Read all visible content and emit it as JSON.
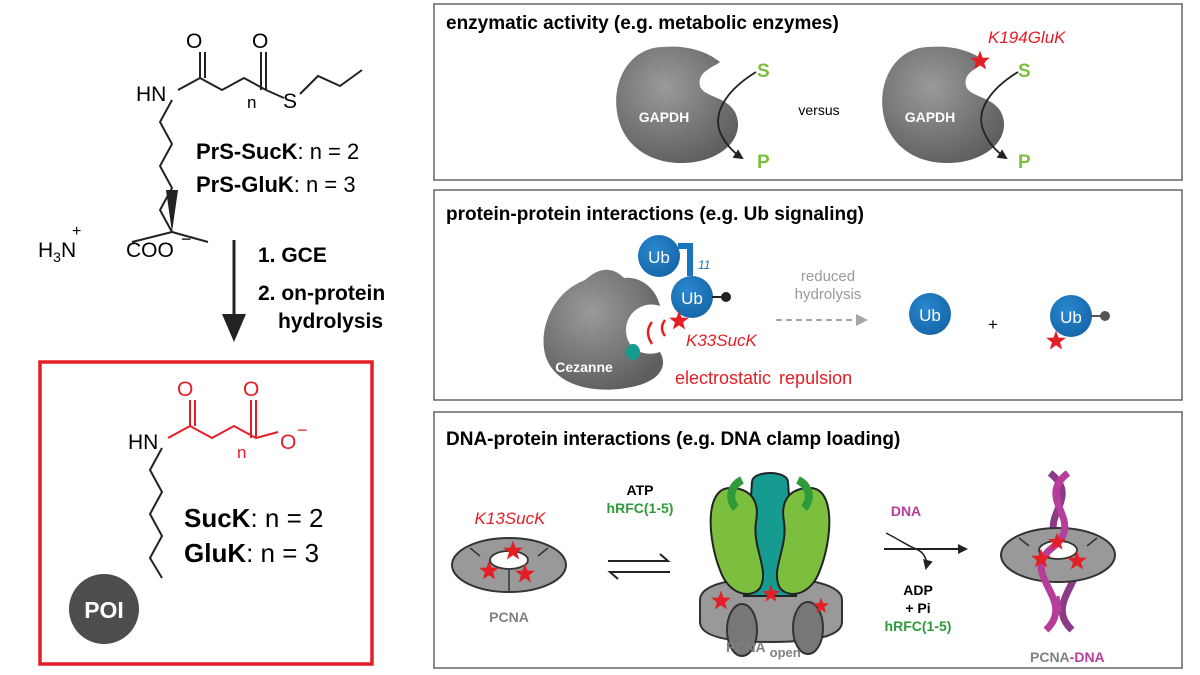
{
  "colors": {
    "red": "#e41e26",
    "green": "#7cbf3f",
    "darkgreen": "#2e9a3a",
    "blue": "#1b75bc",
    "grey": "#808080",
    "teal": "#159b8f",
    "purple": "#b73d9a",
    "dark": "#4d4d4d"
  },
  "left": {
    "atom_o": "O",
    "atom_s": "S",
    "atom_hn": "HN",
    "atom_n_sub": "n",
    "atom_h3n": "H3N",
    "atom_h3n_base": "H",
    "atom_h3n_sub": "3",
    "atom_h3n_n": "N",
    "plus": "+",
    "coo": "COO",
    "minus": "−",
    "prs_suck_name": "PrS-SucK",
    "prs_suck_rest": ": n = 2",
    "prs_gluk_name": "PrS-GluK",
    "prs_gluk_rest": ": n = 3",
    "step1": "1. GCE",
    "step2a": "2. on-protein",
    "step2b": "hydrolysis",
    "suck_name": "SucK",
    "suck_rest": ": n = 2",
    "gluk_name": "GluK",
    "gluk_rest": ": n = 3",
    "poi": "POI"
  },
  "panel1": {
    "title": "enzymatic activity (e.g. metabolic enzymes)",
    "enzyme": "GAPDH",
    "versus": "versus",
    "substrate": "S",
    "product": "P",
    "mutation": "K194GluK"
  },
  "panel2": {
    "title": "protein-protein interactions (e.g. Ub signaling)",
    "ub": "Ub",
    "linkage": "11",
    "enzyme": "Cezanne",
    "mutation": "K33SucK",
    "reduced1": "reduced",
    "reduced2": "hydrolysis",
    "plus": "+",
    "electrostatic": "electrostatic",
    "repulsion": "repulsion"
  },
  "panel3": {
    "title": "DNA-protein interactions (e.g. DNA clamp loading)",
    "mutation": "K13SucK",
    "atp": "ATP",
    "hrfc": "hRFC(1-5)",
    "pcna": "PCNA",
    "pcna_open": "PCNA",
    "open_sub": "open",
    "dna": "DNA",
    "adp": "ADP",
    "pi": "+ Pi",
    "hrfc2": "hRFC(1-5)",
    "pcna_dna_a": "PCNA",
    "pcna_dna_b": "-DNA"
  }
}
